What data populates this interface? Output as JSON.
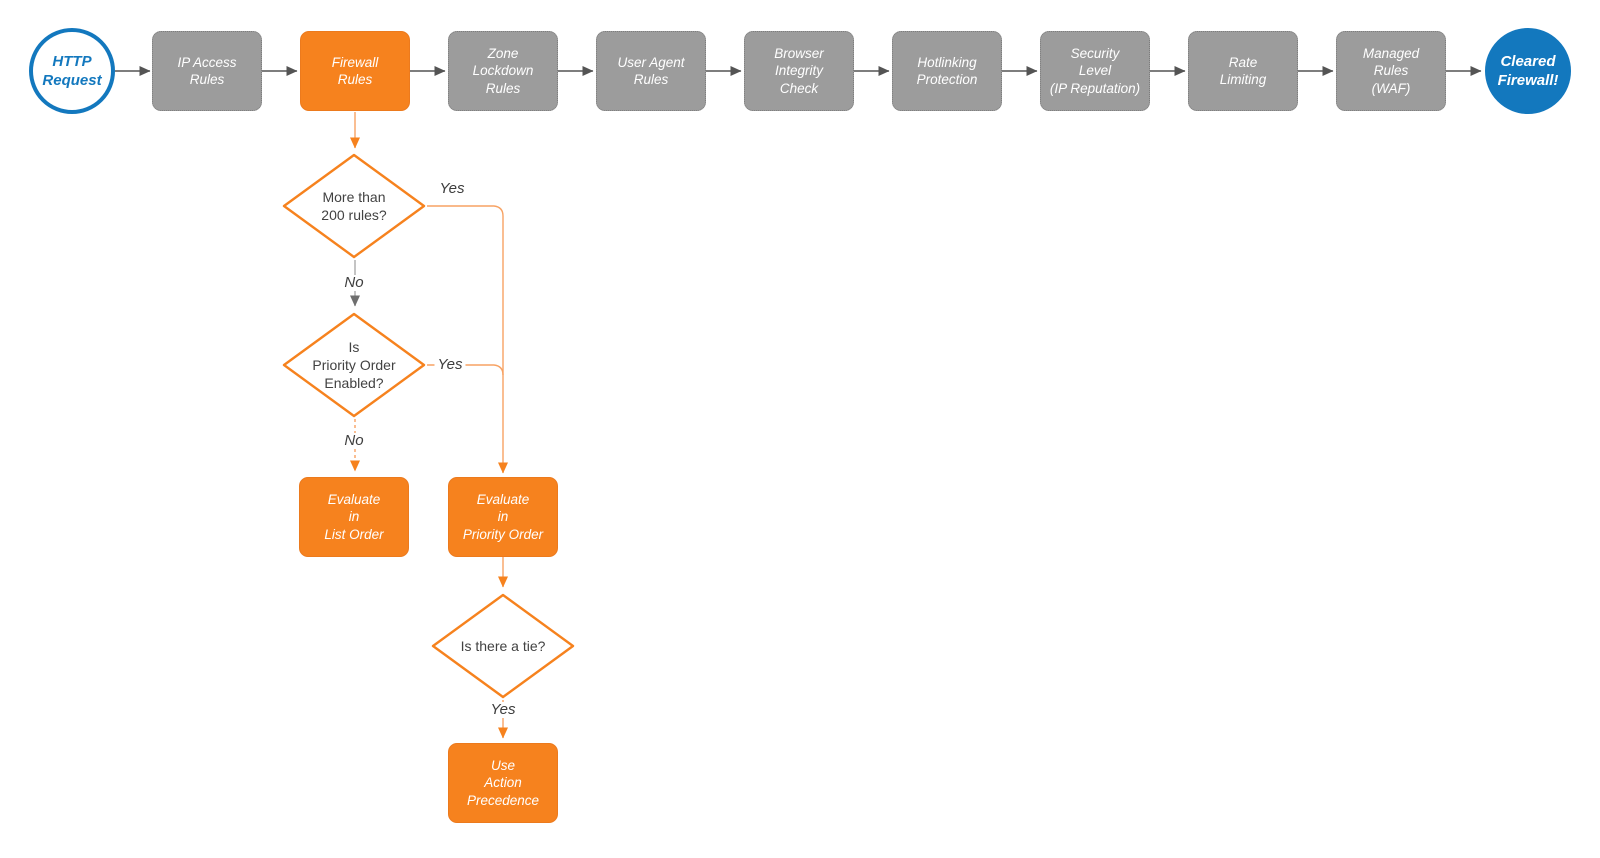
{
  "diagram": {
    "start": {
      "label": "HTTP\nRequest"
    },
    "end": {
      "label": "Cleared\nFirewall!"
    },
    "pipeline": [
      {
        "label": "IP Access\nRules"
      },
      {
        "label": "Firewall\nRules"
      },
      {
        "label": "Zone\nLockdown\nRules"
      },
      {
        "label": "User Agent\nRules"
      },
      {
        "label": "Browser\nIntegrity\nCheck"
      },
      {
        "label": "Hotlinking\nProtection"
      },
      {
        "label": "Security\nLevel\n(IP Reputation)"
      },
      {
        "label": "Rate\nLimiting"
      },
      {
        "label": "Managed\nRules\n(WAF)"
      }
    ],
    "decisions": [
      {
        "label": "More than\n200 rules?"
      },
      {
        "label": "Is\nPriority Order\nEnabled?"
      },
      {
        "label": "Is there a tie?"
      }
    ],
    "actions": [
      {
        "label": "Evaluate\nin\nList Order"
      },
      {
        "label": "Evaluate\nin\nPriority Order"
      },
      {
        "label": "Use\nAction\nPrecedence"
      }
    ],
    "edge_labels": [
      {
        "text": "Yes"
      },
      {
        "text": "No"
      },
      {
        "text": "Yes"
      },
      {
        "text": "No"
      },
      {
        "text": "Yes"
      }
    ],
    "colors": {
      "accent_orange": "#F6821E",
      "connector_orange_light": "#F7A263",
      "accent_blue": "#1378BE",
      "node_gray": "#9C9C9C",
      "connector_gray": "#545454",
      "text_dark": "#424242"
    }
  }
}
